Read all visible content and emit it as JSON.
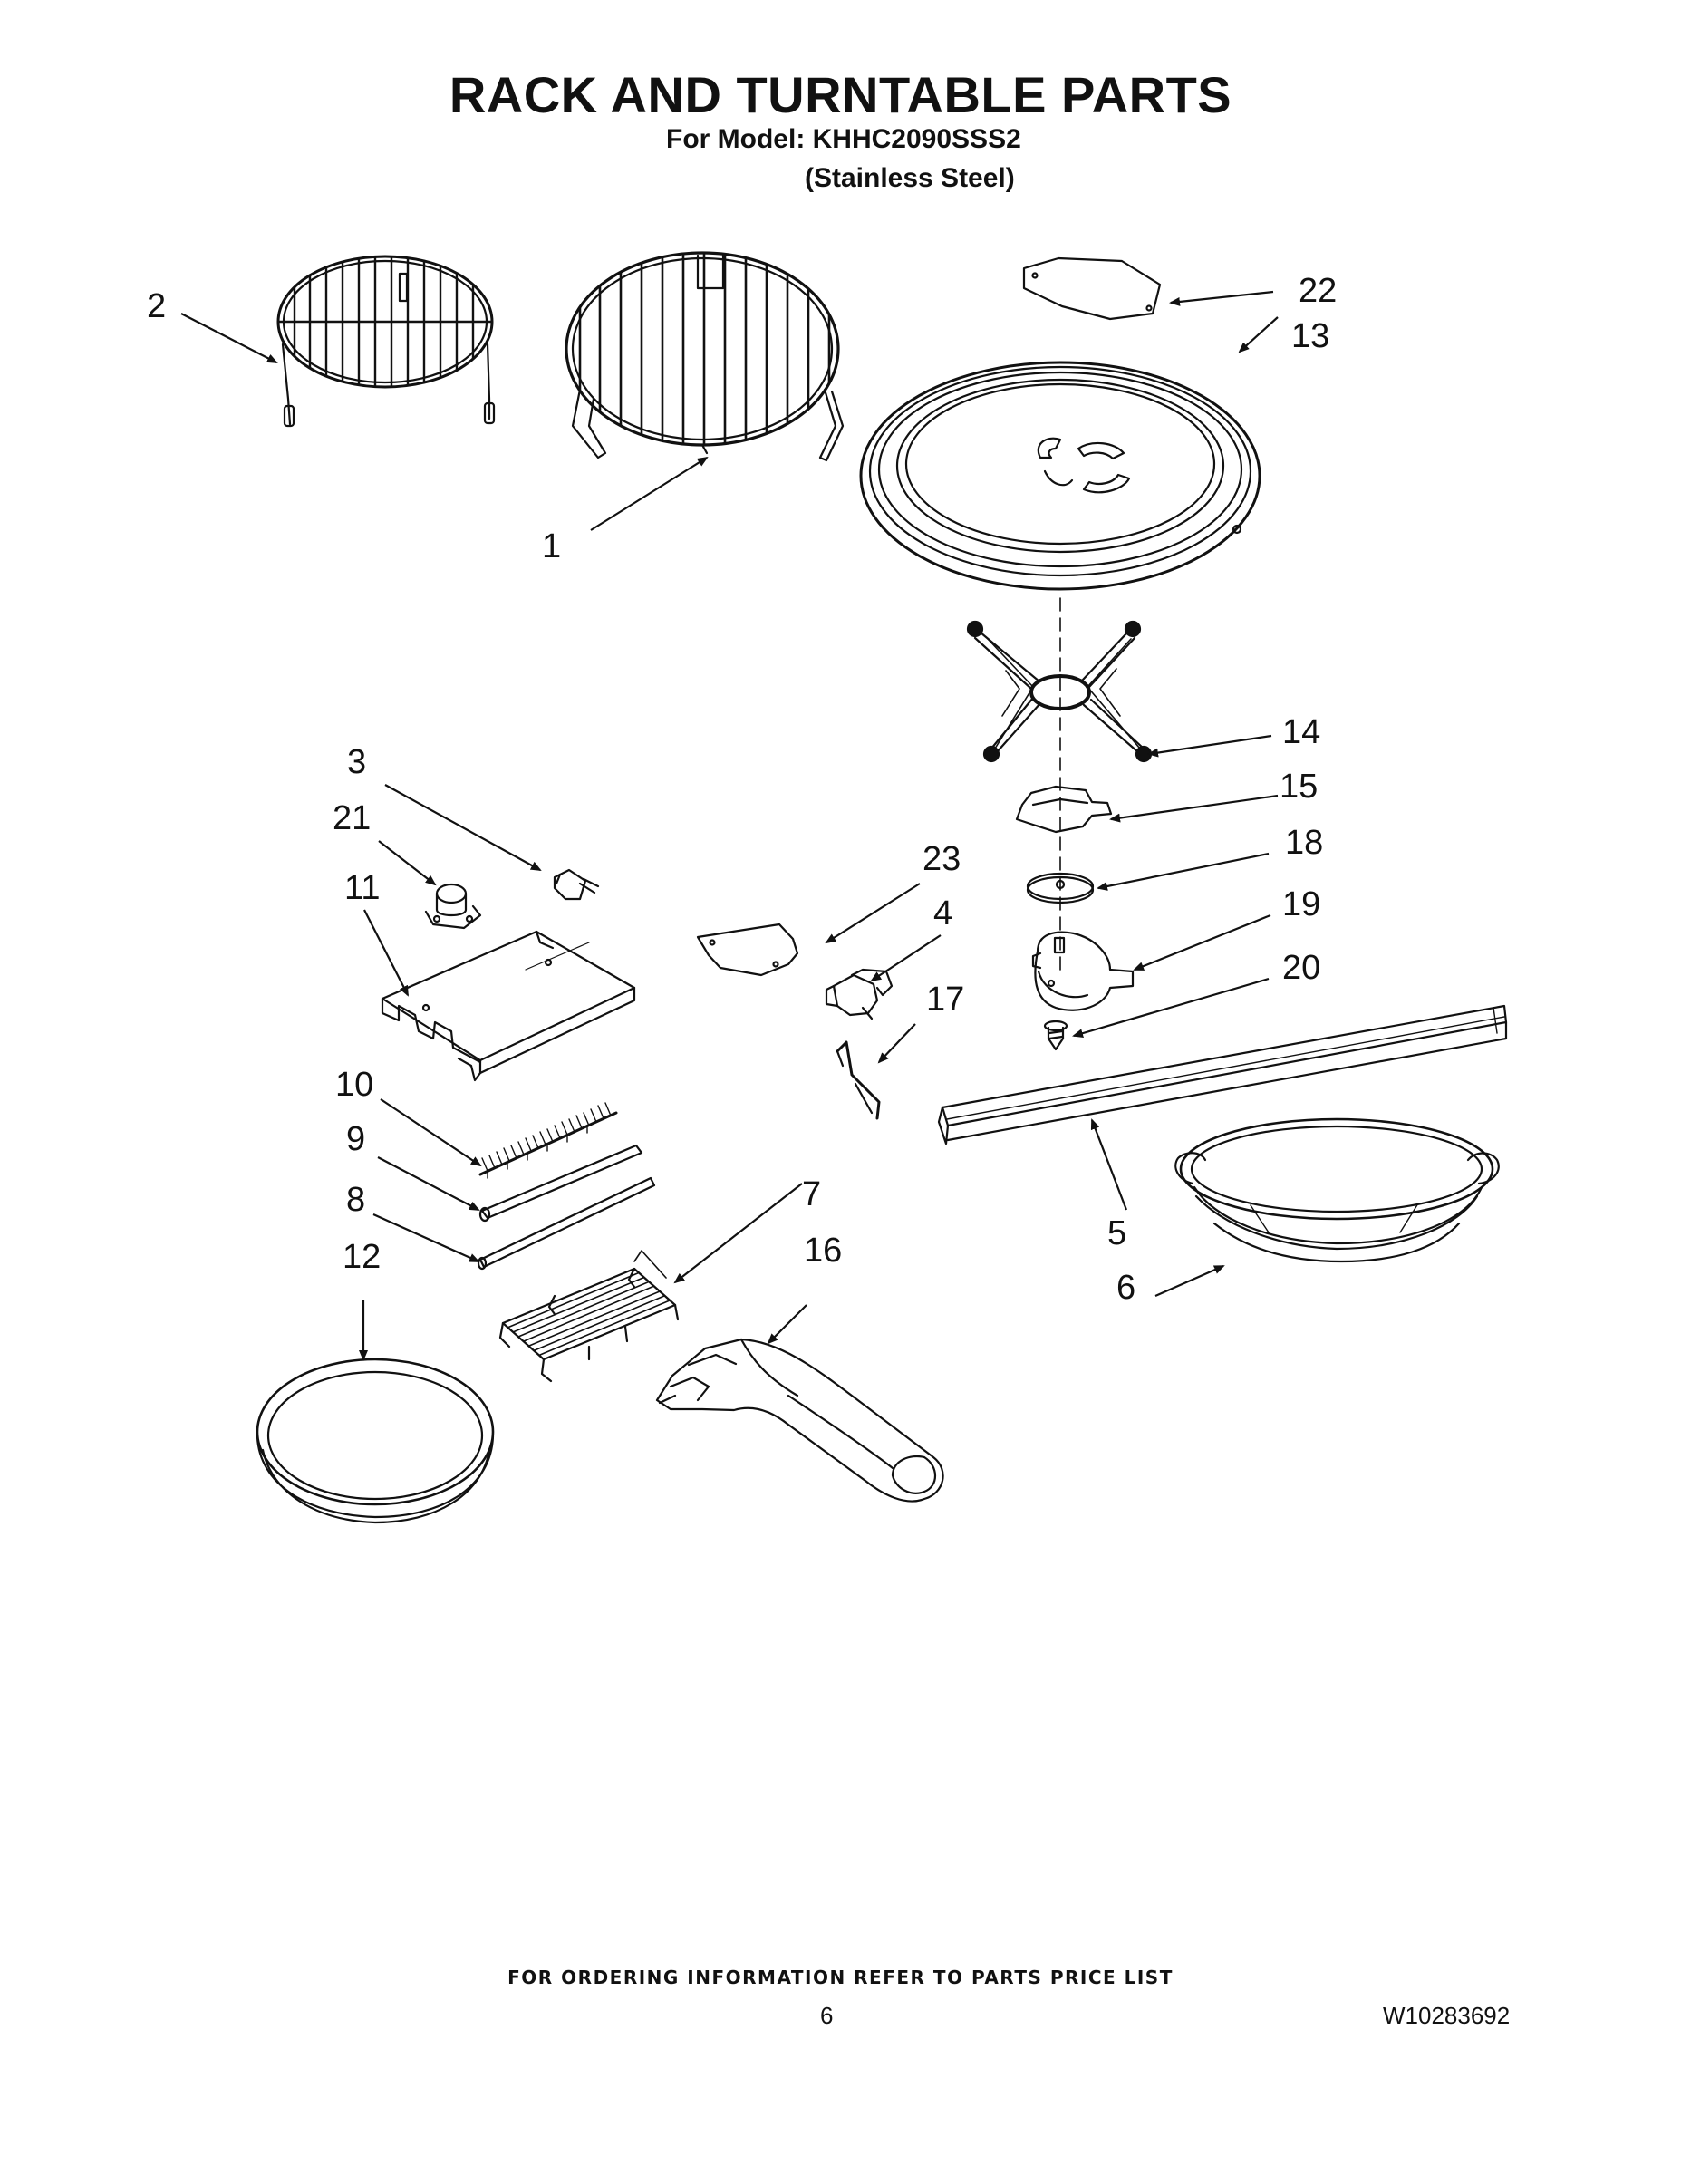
{
  "header": {
    "title": "RACK AND TURNTABLE PARTS",
    "model_line": "For Model: KHHC2090SSS2",
    "finish_line": "(Stainless Steel)"
  },
  "callouts": [
    "1",
    "2",
    "3",
    "4",
    "5",
    "6",
    "7",
    "8",
    "9",
    "10",
    "11",
    "12",
    "13",
    "14",
    "15",
    "16",
    "17",
    "18",
    "19",
    "20",
    "21",
    "22",
    "23"
  ],
  "footer": {
    "note": "FOR ORDERING INFORMATION REFER TO PARTS PRICE LIST",
    "page_number": "6",
    "document_number": "W10283692"
  }
}
